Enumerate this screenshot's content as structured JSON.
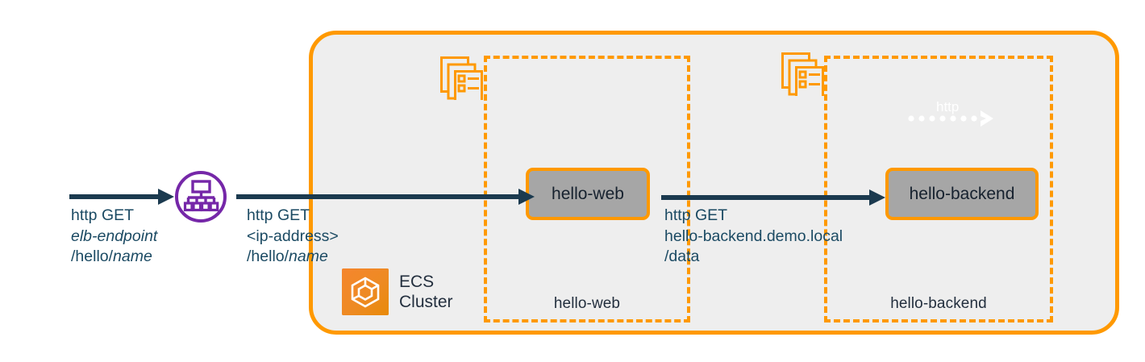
{
  "diagram": {
    "title": "ECS hello-web / hello-backend request flow",
    "colors": {
      "aws_orange": "#ff9900",
      "ecs_orange": "#ed8b2b",
      "task_gray": "#a6a6a6",
      "cluster_bg": "#eeeeee",
      "text_navy": "#232f3e",
      "arrow_navy": "#1b4a63",
      "elb_purple": "#7527a8"
    }
  },
  "cluster": {
    "icon_name": "ecs-cluster-icon",
    "label": "ECS\nCluster"
  },
  "loadbalancer": {
    "icon_name": "elastic-load-balancer-icon"
  },
  "services": [
    {
      "id": "hello-web",
      "box_label": "hello-web",
      "icon_name": "ecs-service-task-definition-icon",
      "task_label": "hello-web"
    },
    {
      "id": "hello-backend",
      "box_label": "hello-backend",
      "icon_name": "ecs-service-task-definition-icon",
      "task_label": "hello-backend"
    }
  ],
  "annotations": {
    "client_to_elb": {
      "line1": "http GET",
      "line2_italic": "elb-endpoint",
      "line3_prefix": "/hello/",
      "line3_italic": "name"
    },
    "elb_to_web": {
      "line1": "http GET",
      "line2": "<ip-address>",
      "line3_prefix": "/hello/",
      "line3_italic": "name"
    },
    "web_to_backend": {
      "line1": "http GET",
      "line2": "hello-backend.demo.local",
      "line3": "/data"
    },
    "ghost": {
      "label": "http"
    }
  }
}
